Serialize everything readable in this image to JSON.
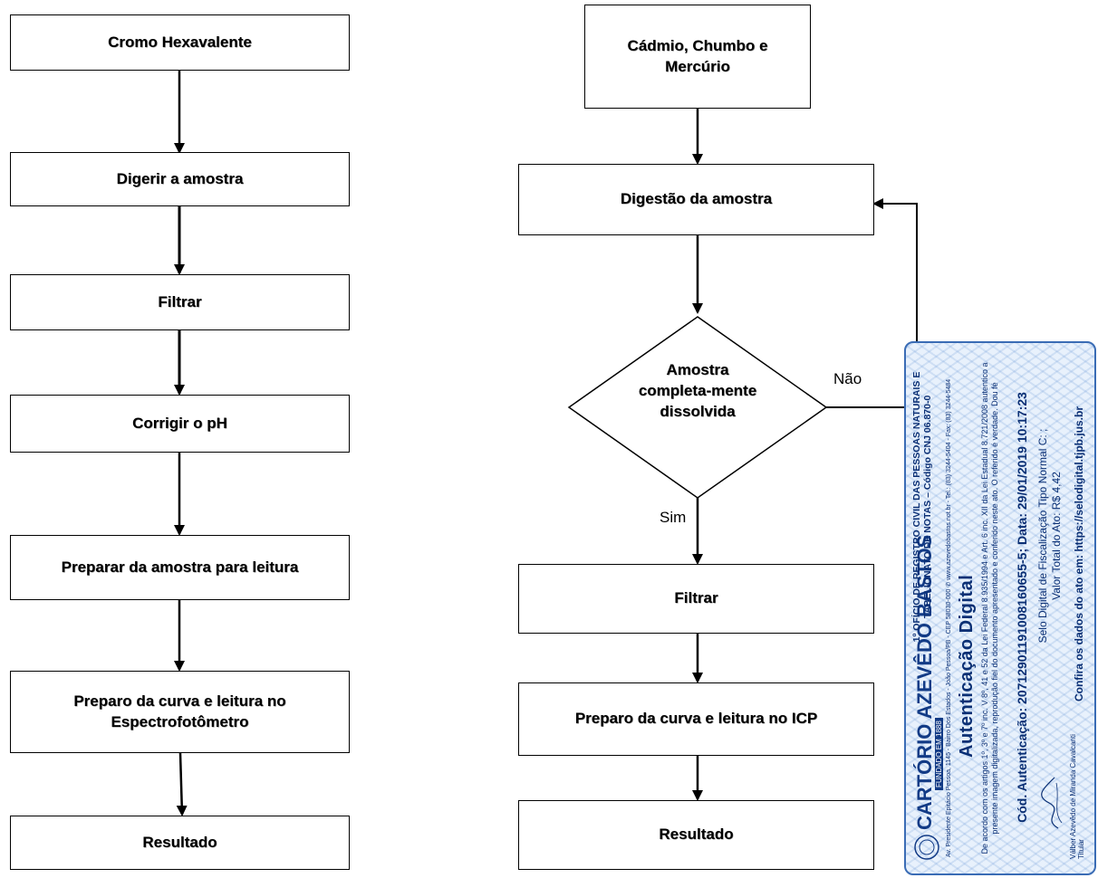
{
  "left_flow": {
    "steps": [
      "Cromo Hexavalente",
      "Digerir a amostra",
      "Filtrar",
      "Corrigir o  pH",
      "Preparar da amostra para leitura",
      "Preparo da curva e leitura no Espectrofotômetro",
      "Resultado"
    ]
  },
  "right_flow": {
    "start": "Cádmio, Chumbo e Mercúrio",
    "digest": "Digestão da amostra",
    "decision": "Amostra completa-mente dissolvida",
    "no_label": "Não",
    "yes_label": "Sim",
    "filter": "Filtrar",
    "curve": "Preparo da curva e leitura no ICP",
    "result": "Resultado"
  },
  "stamp": {
    "cartorio": "CARTÓRIO AZEVÊDO BASTOS",
    "fundado": "FUNDADO EM 1888",
    "oficio": "1º OFÍCIO DE REGISTRO CIVIL DAS PESSOAS NATURAIS E TABELIONATO DE NOTAS – Código CNJ 06.870-0",
    "address": "Av. Presidente Epitácio Pessoa, 1145 - Bairro Dos Estados - João Pessoa/PB - CEP 58030-000 ✆ www.azevedobastos.not.br - Tel.: (83) 3244-5404 - Fax: (83) 3244-5484",
    "title": "Autenticação Digital",
    "legal": "De acordo com os artigos 1º, 3º e 7º inc. V 8º, 41 e 52 da Lei Federal 8.935/1994 e Art. 6 inc. XII da Lei Estadual 8.721/2008 autentico a presente imagem digitalizada, reprodução fiel do documento apresentado e conferido neste ato. O referido é verdade. Dou fé",
    "codigo": "Cód. Autenticação: 20712901191008160655-5; Data: 29/01/2019 10:17:23",
    "selo": "Selo Digital de Fiscalização Tipo Normal C: ;",
    "valor": "Valor Total do Ato: R$ 4,42",
    "confira": "Confira os dados do ato em: https://selodigital.tjpb.jus.br",
    "signer": "Válber Azevêdo de Miranda Cavalcanti",
    "signer_role": "Titular"
  },
  "colors": {
    "stroke": "#000000",
    "stamp_blue": "#3a6cb5",
    "stamp_text": "#0a2f74"
  }
}
